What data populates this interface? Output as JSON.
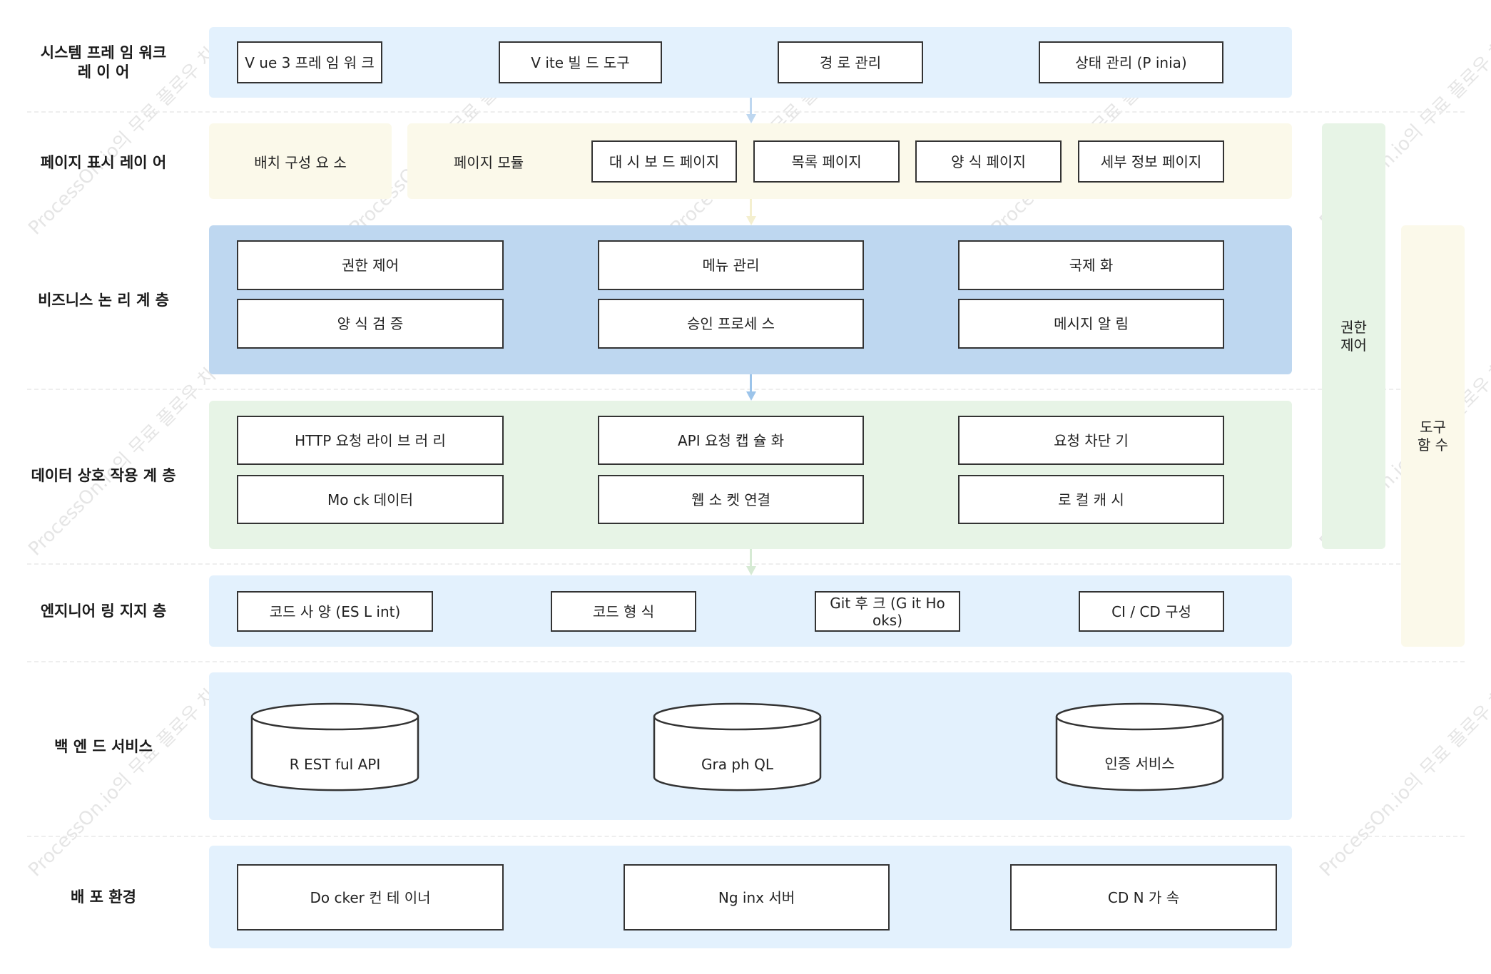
{
  "layers": {
    "framework": {
      "label": "시스템 프레 임 워크 레 이 어",
      "items": [
        "V ue 3 프레 임 워 크",
        "V ite 빌 드 도구",
        "경 로 관리",
        "상태 관리 (P inia)"
      ]
    },
    "page": {
      "label": "페이지 표시 레이 어",
      "layout": "배치 구성 요 소",
      "module": "페이지 모듈",
      "items": [
        "대 시 보 드 페이지",
        "목록 페이지",
        "양 식 페이지",
        "세부 정보 페이지"
      ]
    },
    "business": {
      "label": "비즈니스 논 리 계 층",
      "items": [
        "권한 제어",
        "메뉴 관리",
        "국제 화",
        "양 식 검 증",
        "승인 프로세 스",
        "메시지 알 림"
      ]
    },
    "data": {
      "label": "데이터 상호 작용 계 층",
      "items": [
        "HTTP 요청 라이 브 러 리",
        "API 요청 캡 슐 화",
        "요청 차단 기",
        "Mo ck 데이터",
        "웹 소 켓 연결",
        "로 컬 캐 시"
      ]
    },
    "engineering": {
      "label": "엔지니어 링 지지 층",
      "items": [
        "코드 사 양 (ES L int)",
        "코드 형 식",
        "Git 후 크 (G it Ho oks)",
        "CI / CD 구성"
      ]
    },
    "backend": {
      "label": "백 엔 드 서비스",
      "items": [
        "R EST ful API",
        "Gra ph QL",
        "인증 서비스"
      ]
    },
    "deploy": {
      "label": "배 포 환경",
      "items": [
        "Do cker 컨 테 이너",
        "Ng inx 서버",
        "CD N 가 속"
      ]
    }
  },
  "side_panels": {
    "permission": "권한 제어",
    "tools": "도구 함 수"
  },
  "watermark": "ProcessOn.io의 무료 플로우 차트",
  "colors": {
    "blue_panel": "#e3f1fd",
    "cream_panel": "#fbf9ea",
    "business_panel": "#bed7f0",
    "green_panel": "#e7f4e6",
    "border": "#333333"
  }
}
